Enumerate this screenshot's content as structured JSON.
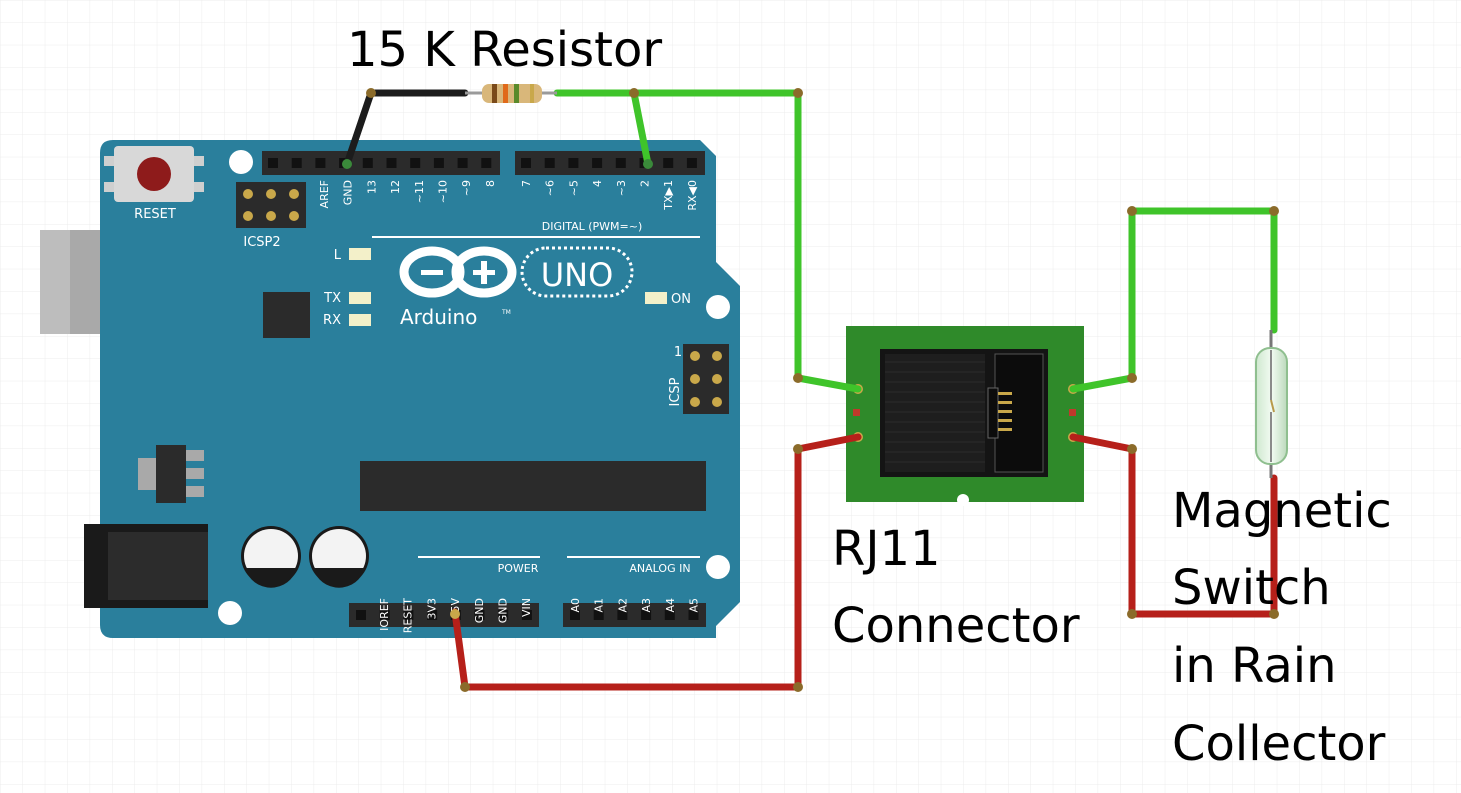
{
  "annotations": {
    "resistor_label": "15 K Resistor",
    "connector_label_line1": "RJ11",
    "connector_label_line2": "Connector",
    "switch_label_line1": "Magnetic",
    "switch_label_line2": "Switch",
    "switch_label_line3": "in Rain",
    "switch_label_line4": "Collector"
  },
  "board": {
    "reset_label": "RESET",
    "icsp2_label": "ICSP2",
    "icsp_label": "ICSP",
    "icsp_pin1_label": "1",
    "digital_label": "DIGITAL (PWM=~)",
    "power_label": "POWER",
    "analog_label": "ANALOG IN",
    "led_l": "L",
    "led_tx": "TX",
    "led_rx": "RX",
    "led_on": "ON",
    "logo_uno": "UNO",
    "logo_brand": "Arduino",
    "logo_tm": "TM",
    "header_left_pins": [
      "AREF",
      "GND",
      "13",
      "12",
      "~11",
      "~10",
      "~9",
      "8"
    ],
    "header_right_pins": [
      "7",
      "~6",
      "~5",
      "4",
      "~3",
      "2",
      "TX▶1",
      "RX◀0"
    ],
    "power_pins": [
      "IOREF",
      "RESET",
      "3V3",
      "5V",
      "GND",
      "GND",
      "VIN"
    ],
    "analog_pins": [
      "A0",
      "A1",
      "A2",
      "A3",
      "A4",
      "A5"
    ]
  },
  "colors": {
    "board_blue": "#2a7f9c",
    "wire_green": "#3fc42a",
    "wire_red": "#b6201a",
    "wire_black": "#1c1c1c",
    "connector_pcb": "#2f8a2a",
    "grid_line": "#e9e9e9"
  },
  "icons": {
    "resistor": "resistor-icon",
    "reed_switch": "reed-switch-icon",
    "rj11": "rj11-jack-icon",
    "usb": "usb-port-icon",
    "barrel_jack": "dc-barrel-jack-icon"
  }
}
